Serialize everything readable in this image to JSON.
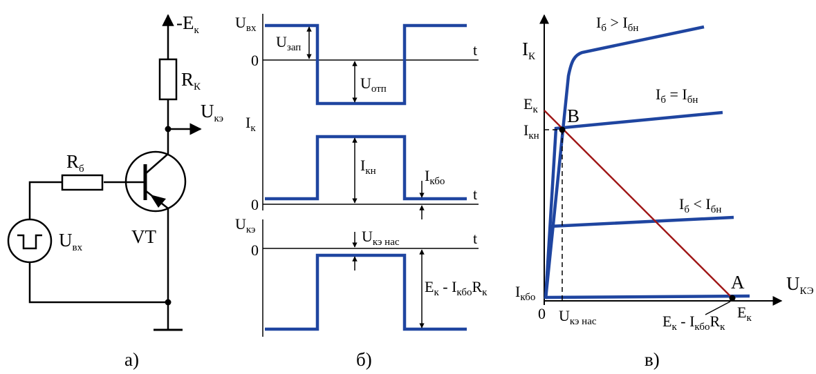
{
  "colors": {
    "signal": "#1f45a0",
    "load_line": "#a01818",
    "line": "#000000"
  },
  "circuit": {
    "supply_label": "-E",
    "supply_sub": "к",
    "rk_label": "R",
    "rk_sub": "К",
    "output_label": "U",
    "output_sub": "кэ",
    "rb_label": "R",
    "rb_sub": "б",
    "input_label": "U",
    "input_sub": "вх",
    "transistor_label": "VT",
    "caption": "а)"
  },
  "waveforms": {
    "caption": "б)",
    "uin": {
      "axis_label": "U",
      "axis_sub": "вх",
      "zero": "0",
      "t": "t",
      "zap_label": "U",
      "zap_sub": "зап",
      "otp_label": "U",
      "otp_sub": "отп"
    },
    "ik": {
      "axis_label": "I",
      "axis_sub": "к",
      "zero": "0",
      "t": "t",
      "ikn_label": "I",
      "ikn_sub": "кн",
      "ikbo_label": "I",
      "ikbo_sub": "кбо"
    },
    "uke": {
      "axis_label": "U",
      "axis_sub": "кэ",
      "zero": "0",
      "t": "t",
      "sat_label": "U",
      "sat_sub": "кэ нас",
      "off_p1": "E",
      "off_s1": "к",
      "off_p2": " - I",
      "off_s2": "кбо",
      "off_p3": "R",
      "off_s3": "к"
    }
  },
  "characteristics": {
    "caption": "в)",
    "y_label": "I",
    "y_sub": "К",
    "x_label": "U",
    "x_sub": "КЭ",
    "ek_y_label": "E",
    "ek_y_sub": "к",
    "ikn_label": "I",
    "ikn_sub": "кн",
    "ikbo_label": "I",
    "ikbo_sub": "кбо",
    "zero": "0",
    "ukenas_label": "U",
    "ukenas_sub": "кэ нас",
    "point_b": "B",
    "point_a": "A",
    "ek_x_label": "E",
    "ek_x_sub": "к",
    "bottom_p1": "E",
    "bottom_s1": "к",
    "bottom_p2": " - I",
    "bottom_s2": "кбо",
    "bottom_p3": "R",
    "bottom_s3": "к",
    "curve_top": {
      "a": "I",
      "as": "б",
      "op": " > I",
      "bs": "бн"
    },
    "curve_mid": {
      "a": "I",
      "as": "б",
      "op": " = I",
      "bs": "бн"
    },
    "curve_low": {
      "a": "I",
      "as": "б",
      "op": " < I",
      "bs": "бн"
    }
  }
}
